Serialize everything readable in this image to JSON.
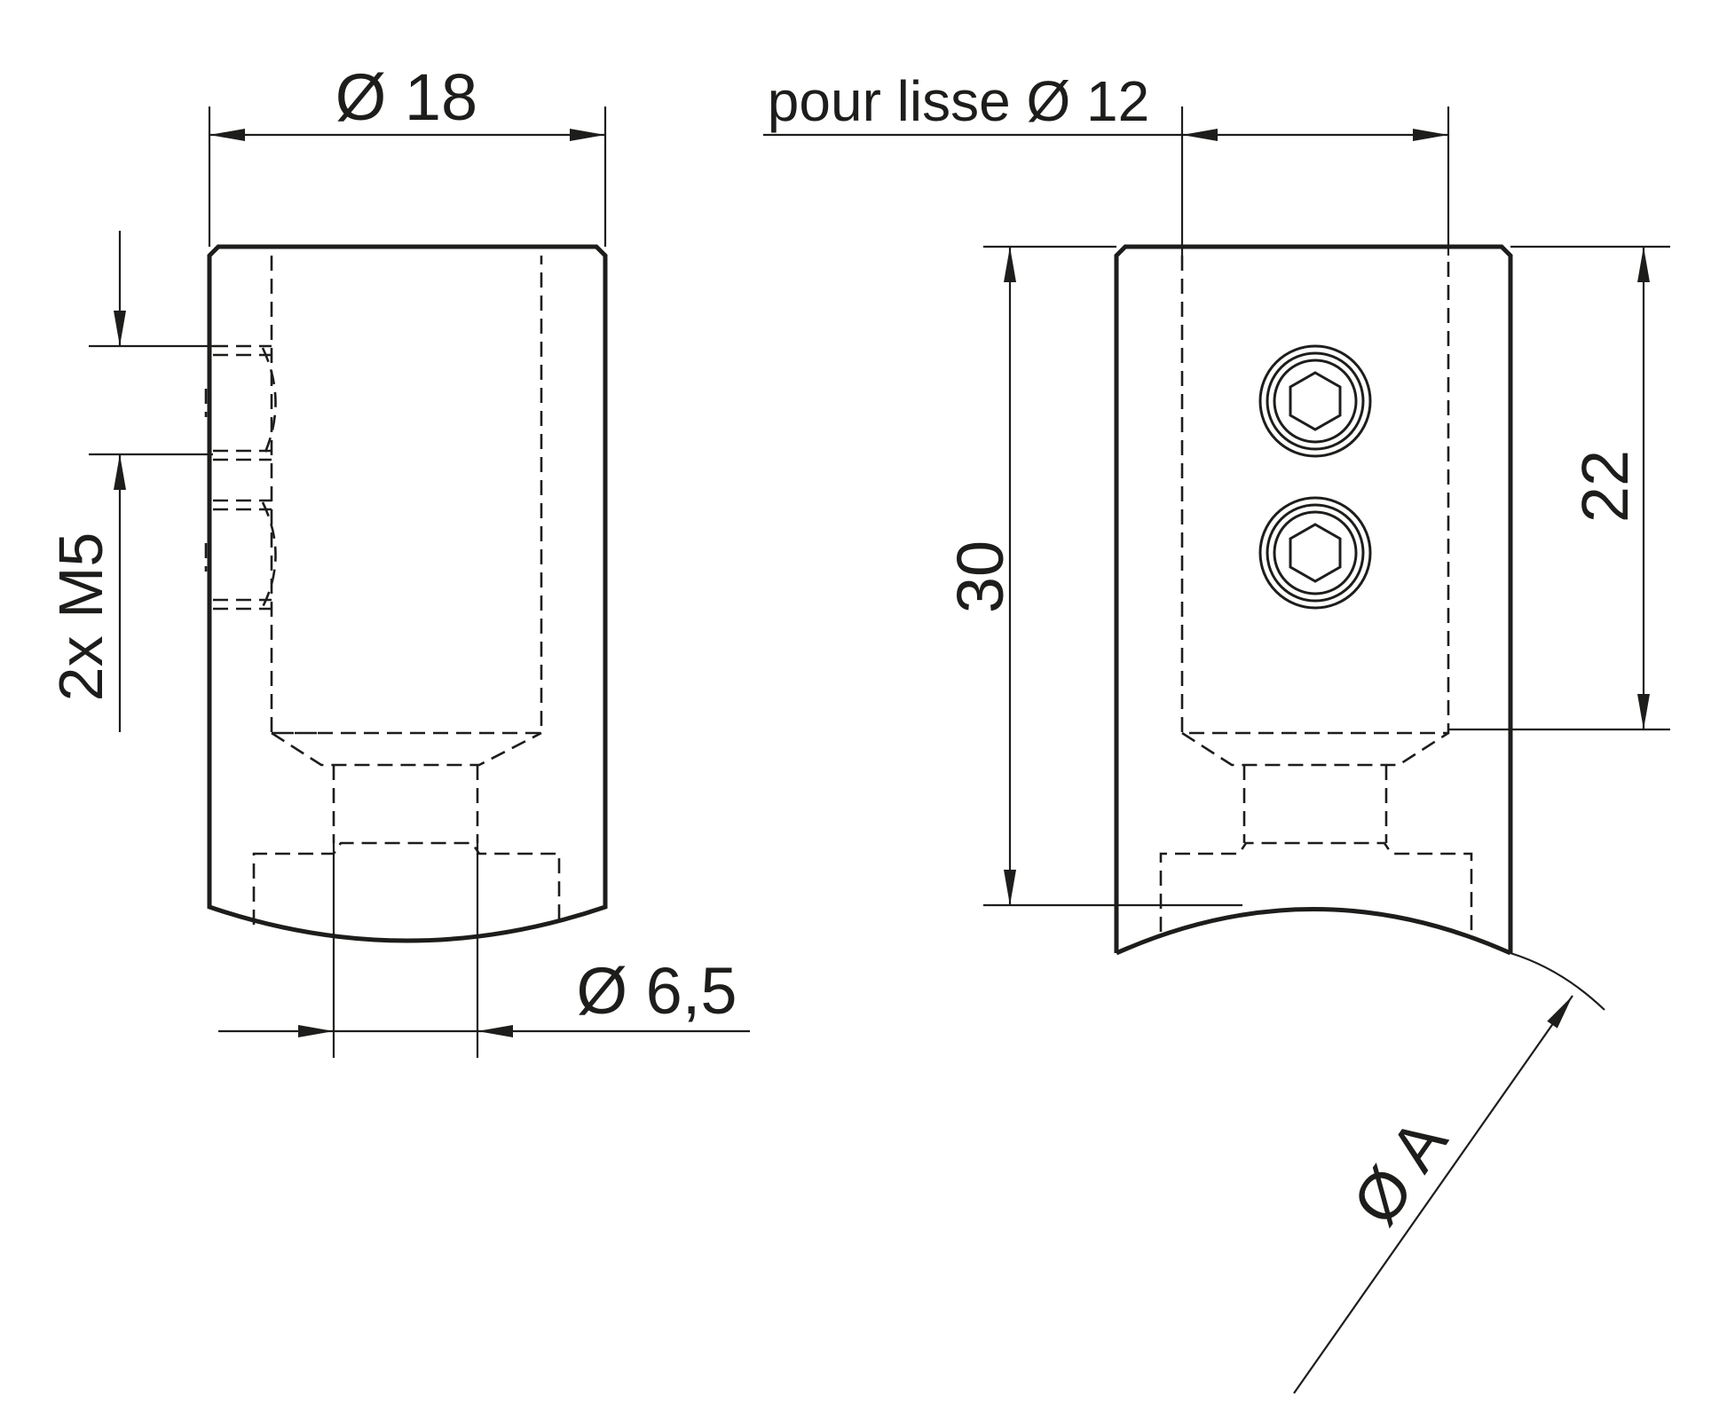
{
  "dimensions": {
    "outer_diameter": "Ø 18",
    "rail_label": "pour lisse Ø 12",
    "thread_label": "2x M5",
    "bore_diameter": "Ø 6,5",
    "total_height": "30",
    "bore_depth": "22",
    "tube_diameter": "Ø A"
  },
  "colors": {
    "line": "#1d1d1b",
    "background": "#ffffff"
  }
}
